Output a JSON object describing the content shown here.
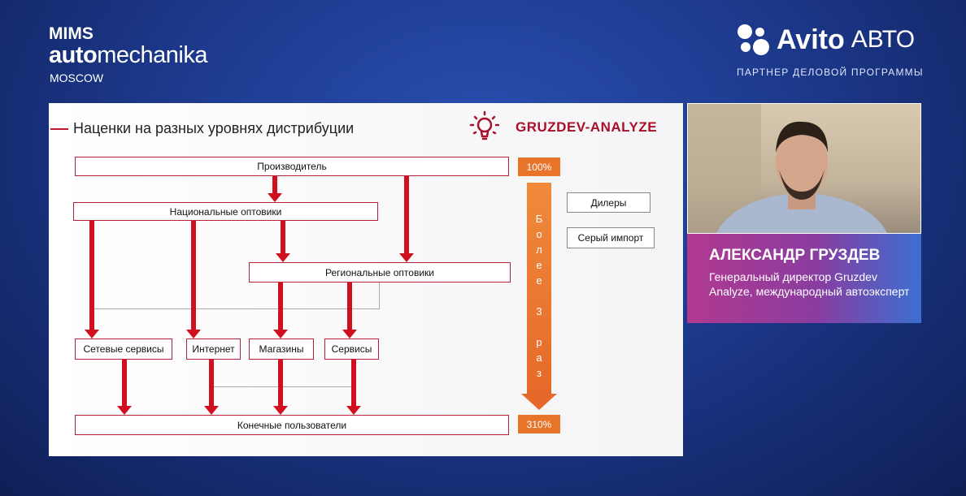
{
  "event_logo": {
    "line1": "MIMS",
    "line2_bold": "auto",
    "line2_rest": "mechanika",
    "line3": "MOSCOW"
  },
  "sponsor": {
    "brand": "Avito",
    "brand_suffix": "АВТО",
    "tagline": "ПАРТНЕР ДЕЛОВОЙ ПРОГРАММЫ"
  },
  "slide": {
    "title": "Наценки на разных уровнях дистрибуции",
    "brand": "GRUZDEV-ANALYZE",
    "nodes": {
      "producer": "Производитель",
      "national": "Национальные оптовики",
      "regional": "Региональные оптовики",
      "network": "Сетевые сервисы",
      "internet": "Интернет",
      "shops": "Магазины",
      "services": "Сервисы",
      "end_users": "Конечные пользователи"
    },
    "side_boxes": [
      "Дилеры",
      "Серый импорт"
    ],
    "pct_top": "100%",
    "pct_bottom": "310%",
    "vertical_label": "Более 3 раз",
    "colors": {
      "accent": "#d0101e",
      "orange": "#e8742a"
    }
  },
  "speaker": {
    "name": "АЛЕКСАНДР ГРУЗДЕВ",
    "role": "Генеральный директор Gruzdev Analyze, международный автоэксперт"
  }
}
